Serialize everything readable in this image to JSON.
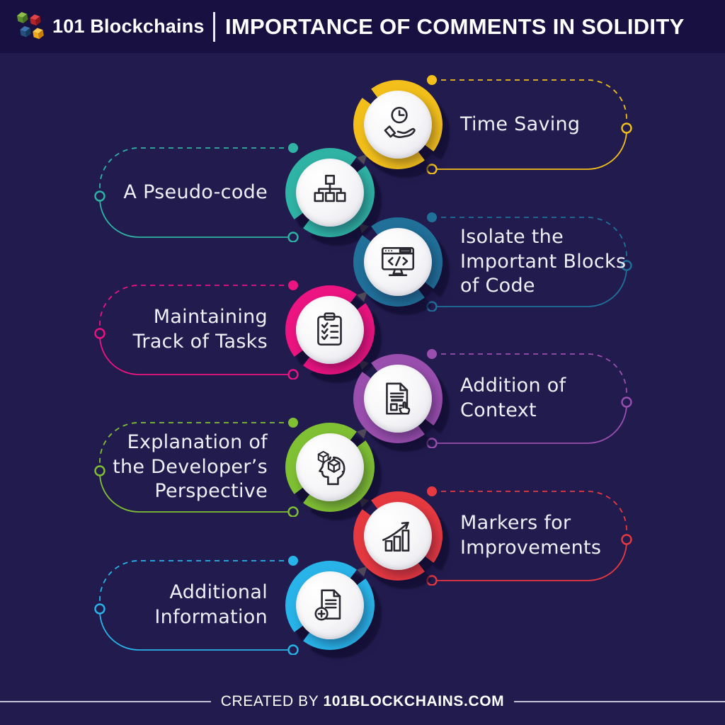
{
  "header": {
    "brand": "101 Blockchains",
    "title": "IMPORTANCE OF COMMENTS IN SOLIDITY",
    "logo": "blockchain-cubes-logo"
  },
  "footer": {
    "prefix": "CREATED BY",
    "site": "101BLOCKCHAINS.COM"
  },
  "colors": {
    "background": "#211B4E",
    "header_bar": "#171040",
    "text": "#EFEFF6",
    "junction_triangle": "#4E4857"
  },
  "items": [
    {
      "label": "Time Saving",
      "color": "#F3C01B",
      "icon": "clock-in-hand-icon",
      "side": "right"
    },
    {
      "label": "A Pseudo-code",
      "color": "#2FB3A4",
      "icon": "hierarchy-icon",
      "side": "left"
    },
    {
      "label": "Isolate the\nImportant Blocks\nof Code",
      "color": "#20709A",
      "icon": "code-monitor-icon",
      "side": "right"
    },
    {
      "label": "Maintaining\nTrack of Tasks",
      "color": "#EC1480",
      "icon": "task-checklist-icon",
      "side": "left"
    },
    {
      "label": "Addition of\nContext",
      "color": "#9A4FAE",
      "icon": "document-pointer-icon",
      "side": "right"
    },
    {
      "label": "Explanation of\nthe Developer’s\nPerspective",
      "color": "#80C133",
      "icon": "head-cubes-icon",
      "side": "left"
    },
    {
      "label": "Markers for\nImprovements",
      "color": "#E73940",
      "icon": "growth-chart-icon",
      "side": "right"
    },
    {
      "label": "Additional\nInformation",
      "color": "#29B4E9",
      "icon": "document-plus-icon",
      "side": "left"
    }
  ]
}
